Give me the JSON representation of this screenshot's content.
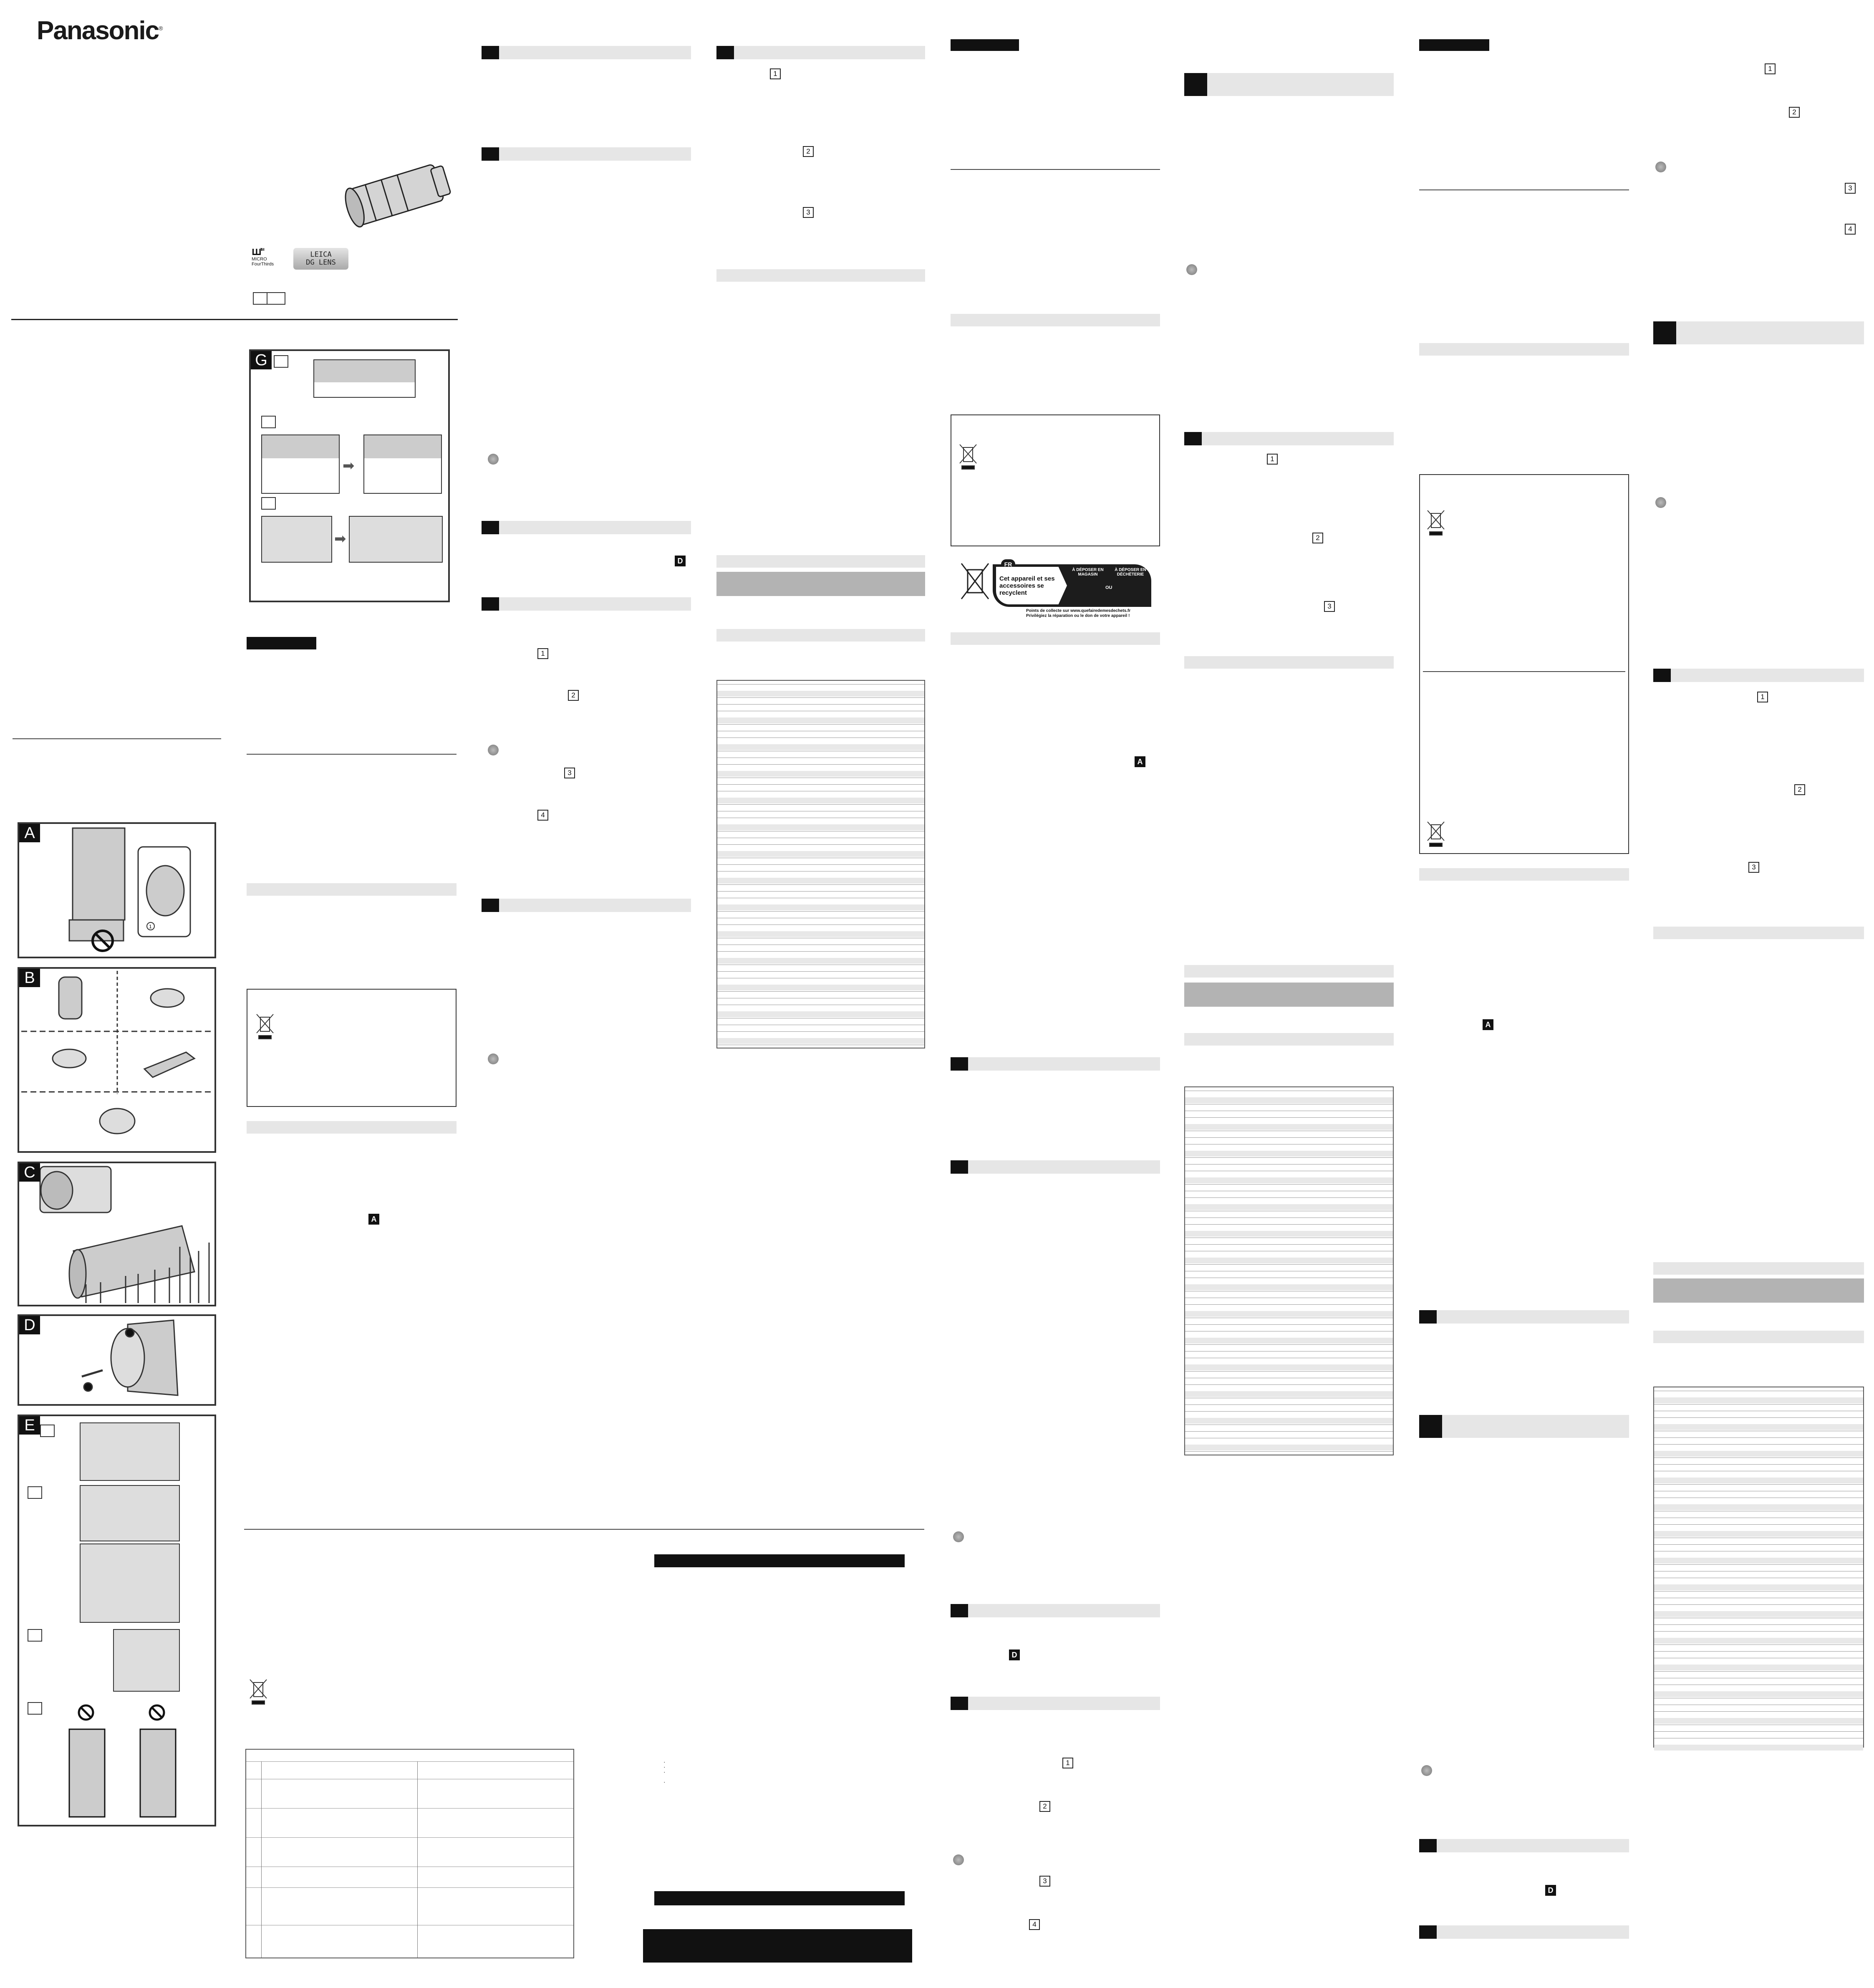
{
  "brand": "Panasonic",
  "logos": {
    "mft_mark": "MICRO FourThirds",
    "mft_top": "MICRO",
    "mft_bottom": "FourThirds",
    "tm": "TM",
    "leica_line1": "LEICA",
    "leica_line2": "DG LENS"
  },
  "figures": {
    "a": "A",
    "b": "B",
    "c": "C",
    "d": "D",
    "e": "E",
    "g": "G",
    "callout_1": "1",
    "bullet_1": "1",
    "bullet_2": "2",
    "bullet_3": "3"
  },
  "markers": {
    "a": "A",
    "d": "D"
  },
  "steps": [
    "1",
    "2",
    "3",
    "4"
  ],
  "recycling": {
    "country": "FR",
    "headline": "Cet appareil et ses accessoires se recyclent",
    "option_store": "À DÉPOSER EN MAGASIN",
    "or": "OU",
    "option_dump": "À DÉPOSER EN DÉCHÈTERIE",
    "note_line1": "Points de collecte sur www.quefairedemesdechets.fr",
    "note_line2": "Privilégiez la réparation ou le don de votre appareil !"
  }
}
